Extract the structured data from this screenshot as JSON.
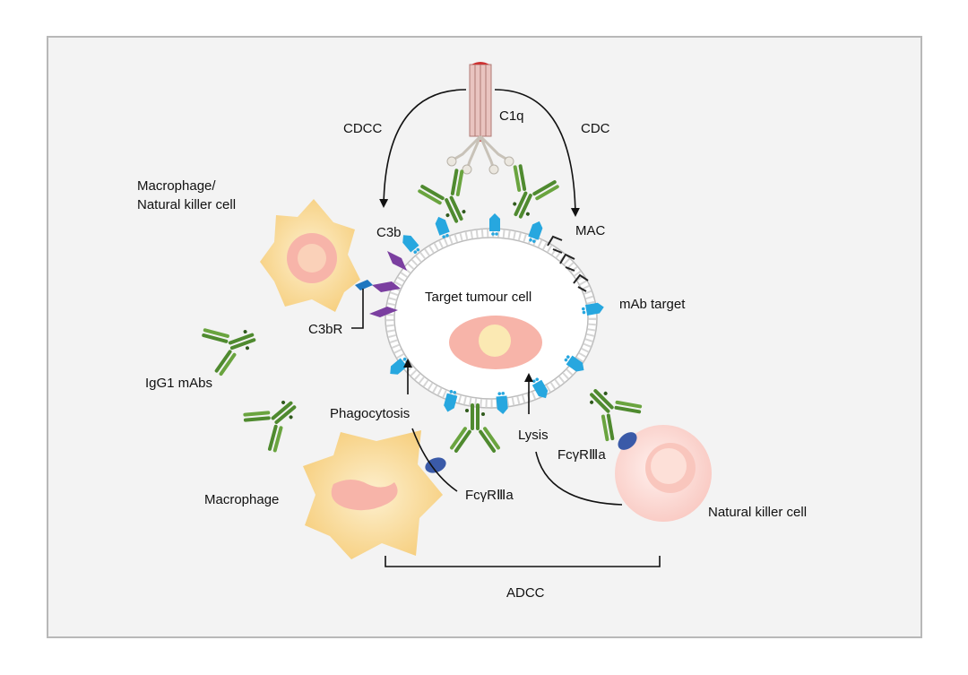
{
  "labels": {
    "c1q": "C1q",
    "cdcc": "CDCC",
    "cdc": "CDC",
    "macrophage_nk": "Macrophage/",
    "macrophage_nk_2": "Natural killer cell",
    "c3b": "C3b",
    "mac": "MAC",
    "target": "Target tumour cell",
    "mab_target": "mAb target",
    "c3br": "C3bR",
    "igg1": "IgG1 mAbs",
    "phagocytosis": "Phagocytosis",
    "lysis": "Lysis",
    "fcgr_right": "FcγRⅢa",
    "fcgr_left": "FcγRⅢa",
    "macrophage": "Macrophage",
    "nk": "Natural killer cell",
    "adcc": "ADCC"
  },
  "colors": {
    "antibody": "#4f8a2f",
    "target_receptor": "#27a7df",
    "c3b": "#7b3fa0",
    "fc_receptor": "#3a5aa8",
    "macrophage": "#f9dc9a",
    "nk_cell": "#fbd9d6",
    "nucleus": "#f7b4a9",
    "membrane": "#c8c8c8"
  }
}
